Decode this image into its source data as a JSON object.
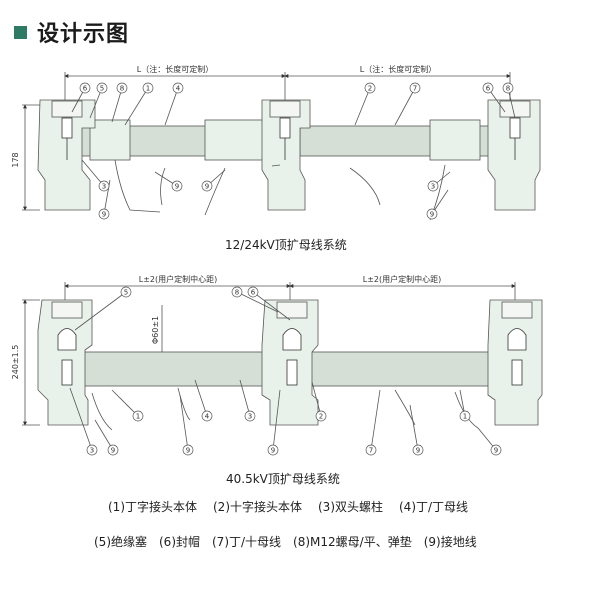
{
  "header": {
    "title": "设计示图"
  },
  "diagram1": {
    "caption": "12/24kV顶扩母线系统",
    "dim_label": "L（注：长度可定制）",
    "height_label": "178"
  },
  "diagram2": {
    "caption": "40.5kV顶扩母线系统",
    "dim_label": "L±2(用户定制中心距)",
    "height_label": "240±1.5",
    "diameter_label": "Φ60±1"
  },
  "callouts": [
    "1",
    "2",
    "3",
    "4",
    "5",
    "6",
    "7",
    "8",
    "9"
  ],
  "legend": {
    "row1": [
      "(1)丁字接头本体",
      "(2)十字接头本体",
      "(3)双头螺柱",
      "(4)丁/丁母线"
    ],
    "row2": [
      "(5)绝缘塞",
      "(6)封帽",
      "(7)丁/十母线",
      "(8)M12螺母/平、弹垫",
      "(9)接地线"
    ]
  },
  "colors": {
    "accent": "#2f7a64",
    "component": "#e9f2ea",
    "bus": "#d6dfd6",
    "line": "#555555"
  }
}
